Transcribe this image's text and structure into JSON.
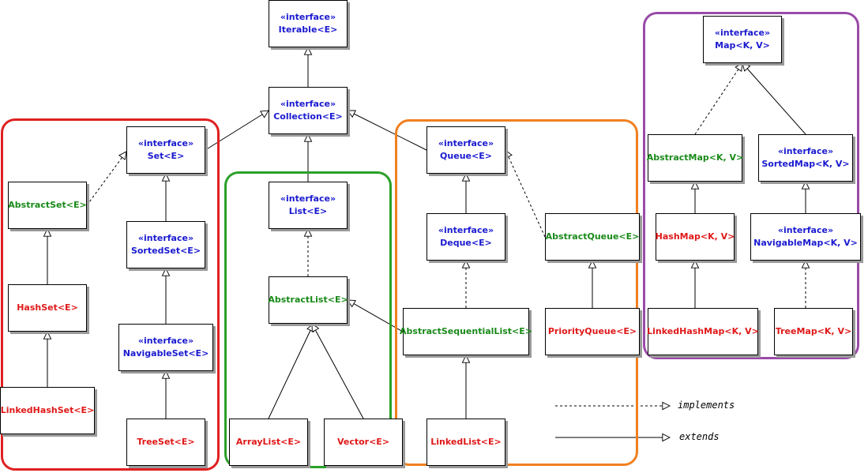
{
  "stereotype": "«interface»",
  "colors": {
    "interface": "#1a1ad0",
    "abstract": "#1a8a1a",
    "concrete": "#e01818",
    "group_set": "#e02020",
    "group_list": "#2aa02a",
    "group_queue": "#f08020",
    "group_map": "#9a4aa8"
  },
  "nodes": {
    "iterable": {
      "name": "Iterable<E>",
      "kind": "interface"
    },
    "collection": {
      "name": "Collection<E>",
      "kind": "interface"
    },
    "set": {
      "name": "Set<E>",
      "kind": "interface"
    },
    "list": {
      "name": "List<E>",
      "kind": "interface"
    },
    "queue": {
      "name": "Queue<E>",
      "kind": "interface"
    },
    "map": {
      "name": "Map<K, V>",
      "kind": "interface"
    },
    "abstract_set": {
      "name": "AbstractSet<E>",
      "kind": "abstract"
    },
    "sorted_set": {
      "name": "SortedSet<E>",
      "kind": "interface"
    },
    "hash_set": {
      "name": "HashSet<E>",
      "kind": "concrete"
    },
    "navigable_set": {
      "name": "NavigableSet<E>",
      "kind": "interface"
    },
    "linked_hash_set": {
      "name": "LinkedHashSet<E>",
      "kind": "concrete"
    },
    "tree_set": {
      "name": "TreeSet<E>",
      "kind": "concrete"
    },
    "abstract_list": {
      "name": "AbstractList<E>",
      "kind": "abstract"
    },
    "array_list": {
      "name": "ArrayList<E>",
      "kind": "concrete"
    },
    "vector": {
      "name": "Vector<E>",
      "kind": "concrete"
    },
    "deque": {
      "name": "Deque<E>",
      "kind": "interface"
    },
    "abstract_queue": {
      "name": "AbstractQueue<E>",
      "kind": "abstract"
    },
    "abstract_sequential_list": {
      "name": "AbstractSequentialList<E>",
      "kind": "abstract"
    },
    "priority_queue": {
      "name": "PriorityQueue<E>",
      "kind": "concrete"
    },
    "linked_list": {
      "name": "LinkedList<E>",
      "kind": "concrete"
    },
    "abstract_map": {
      "name": "AbstractMap<K, V>",
      "kind": "abstract"
    },
    "sorted_map": {
      "name": "SortedMap<K, V>",
      "kind": "interface"
    },
    "hash_map": {
      "name": "HashMap<K, V>",
      "kind": "concrete"
    },
    "navigable_map": {
      "name": "NavigableMap<K, V>",
      "kind": "interface"
    },
    "linked_hash_map": {
      "name": "LinkedHashMap<K, V>",
      "kind": "concrete"
    },
    "tree_map": {
      "name": "TreeMap<K, V>",
      "kind": "concrete"
    }
  },
  "relations": [
    {
      "from": "collection",
      "to": "iterable",
      "type": "extends"
    },
    {
      "from": "set",
      "to": "collection",
      "type": "extends"
    },
    {
      "from": "list",
      "to": "collection",
      "type": "extends"
    },
    {
      "from": "queue",
      "to": "collection",
      "type": "extends"
    },
    {
      "from": "abstract_set",
      "to": "set",
      "type": "implements"
    },
    {
      "from": "sorted_set",
      "to": "set",
      "type": "extends"
    },
    {
      "from": "hash_set",
      "to": "abstract_set",
      "type": "extends"
    },
    {
      "from": "navigable_set",
      "to": "sorted_set",
      "type": "extends"
    },
    {
      "from": "linked_hash_set",
      "to": "hash_set",
      "type": "extends"
    },
    {
      "from": "tree_set",
      "to": "navigable_set",
      "type": "extends"
    },
    {
      "from": "abstract_list",
      "to": "list",
      "type": "implements"
    },
    {
      "from": "array_list",
      "to": "abstract_list",
      "type": "extends"
    },
    {
      "from": "vector",
      "to": "abstract_list",
      "type": "extends"
    },
    {
      "from": "abstract_sequential_list",
      "to": "abstract_list",
      "type": "extends"
    },
    {
      "from": "deque",
      "to": "queue",
      "type": "extends"
    },
    {
      "from": "abstract_queue",
      "to": "queue",
      "type": "implements"
    },
    {
      "from": "abstract_sequential_list",
      "to": "deque",
      "type": "implements"
    },
    {
      "from": "priority_queue",
      "to": "abstract_queue",
      "type": "extends"
    },
    {
      "from": "linked_list",
      "to": "abstract_sequential_list",
      "type": "extends"
    },
    {
      "from": "abstract_map",
      "to": "map",
      "type": "implements"
    },
    {
      "from": "sorted_map",
      "to": "map",
      "type": "extends"
    },
    {
      "from": "hash_map",
      "to": "abstract_map",
      "type": "extends"
    },
    {
      "from": "navigable_map",
      "to": "sorted_map",
      "type": "extends"
    },
    {
      "from": "linked_hash_map",
      "to": "hash_map",
      "type": "extends"
    },
    {
      "from": "tree_map",
      "to": "navigable_map",
      "type": "implements"
    }
  ],
  "legend": {
    "implements": "implements",
    "extends": "extends"
  }
}
